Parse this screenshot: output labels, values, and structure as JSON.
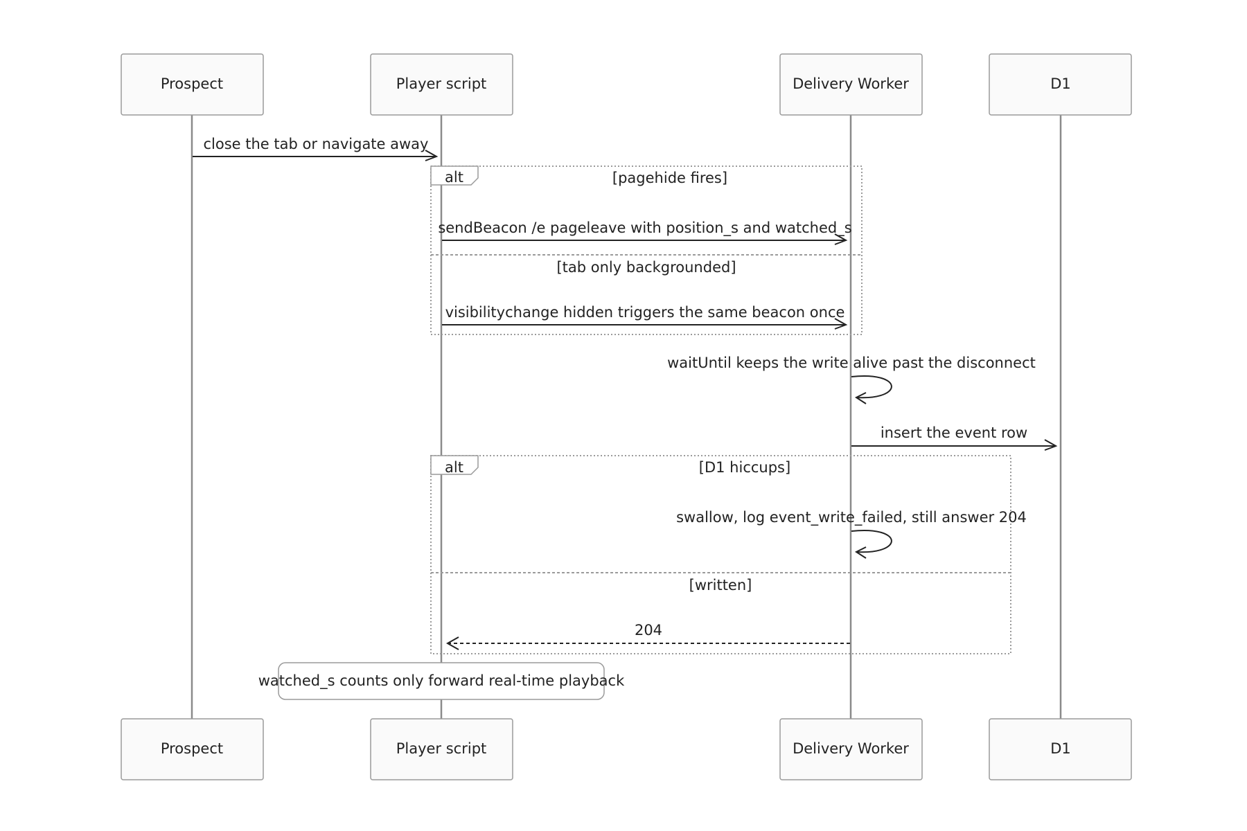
{
  "participants": [
    {
      "id": "prospect",
      "label": "Prospect"
    },
    {
      "id": "player",
      "label": "Player script"
    },
    {
      "id": "worker",
      "label": "Delivery Worker"
    },
    {
      "id": "d1",
      "label": "D1"
    }
  ],
  "messages": [
    {
      "text": "close the tab or navigate away",
      "from": "prospect",
      "to": "player",
      "style": "solid"
    },
    {
      "text": "sendBeacon /e pageleave with position_s and watched_s",
      "from": "player",
      "to": "worker",
      "style": "solid"
    },
    {
      "text": "visibilitychange hidden triggers the same beacon once",
      "from": "player",
      "to": "worker",
      "style": "solid"
    },
    {
      "text": "waitUntil keeps the write alive past the disconnect",
      "from": "worker",
      "to": "worker",
      "style": "self"
    },
    {
      "text": "insert the event row",
      "from": "worker",
      "to": "d1",
      "style": "solid"
    },
    {
      "text": "swallow, log event_write_failed, still answer 204",
      "from": "worker",
      "to": "worker",
      "style": "self"
    },
    {
      "text": "204",
      "from": "worker",
      "to": "player",
      "style": "dashed"
    }
  ],
  "fragments": [
    {
      "keyword": "alt",
      "conditions": [
        "[pagehide fires]",
        "[tab only backgrounded]"
      ]
    },
    {
      "keyword": "alt",
      "conditions": [
        "[D1 hiccups]",
        "[written]"
      ]
    }
  ],
  "note": {
    "text": "watched_s counts only forward real-time playback",
    "over": "player"
  },
  "colors": {
    "line": "#222222",
    "border": "#9a9a9a",
    "actor_fill": "#fafafa"
  }
}
